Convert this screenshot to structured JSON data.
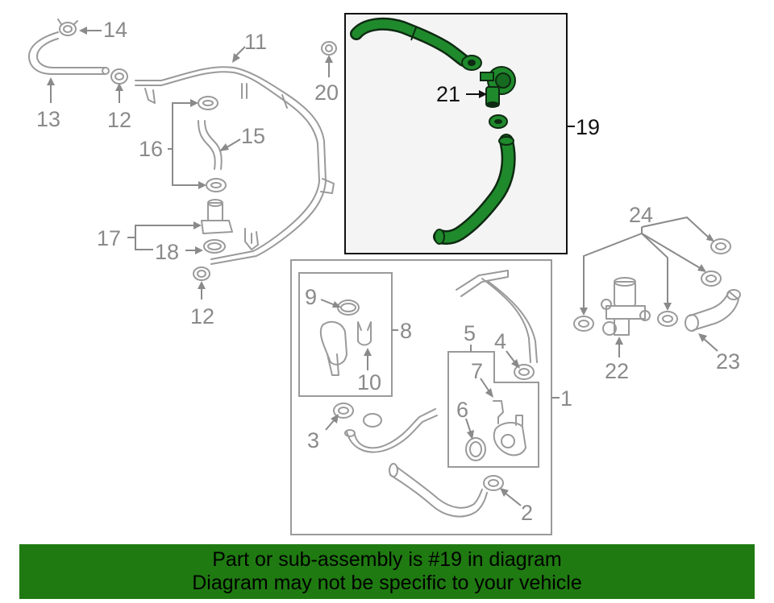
{
  "callouts": {
    "c1": "1",
    "c2": "2",
    "c3": "3",
    "c4": "4",
    "c5": "5",
    "c6": "6",
    "c7": "7",
    "c8": "8",
    "c9": "9",
    "c10": "10",
    "c11": "11",
    "c12a": "12",
    "c12b": "12",
    "c13": "13",
    "c14": "14",
    "c15": "15",
    "c16": "16",
    "c17": "17",
    "c18": "18",
    "c19": "19",
    "c20": "20",
    "c21": "21",
    "c22": "22",
    "c23": "23",
    "c24": "24"
  },
  "highlight_part": "19",
  "colors": {
    "highlight_fill": "#1f8a2c",
    "highlight_outline": "#0e2a12",
    "banner_bg": "#1f7a11",
    "line_gray": "#9a9a9a"
  },
  "banner": {
    "line1": "Part or sub-assembly is #19 in diagram",
    "line2": "Diagram may not be specific to your vehicle"
  }
}
